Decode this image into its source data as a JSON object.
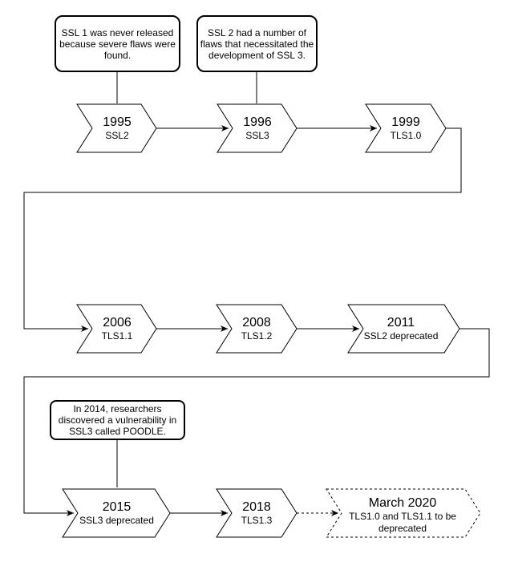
{
  "notes": {
    "ssl1": "SSL 1 was never released because severe flaws were found.",
    "ssl2": "SSL 2 had a number of flaws that necessitated the development of SSL 3.",
    "poodle": "In 2014, researchers discovered a vulnerability in SSL3 called POODLE."
  },
  "events": {
    "e1995": {
      "year": "1995",
      "label": "SSL2"
    },
    "e1996": {
      "year": "1996",
      "label": "SSL3"
    },
    "e1999": {
      "year": "1999",
      "label": "TLS1.0"
    },
    "e2006": {
      "year": "2006",
      "label": "TLS1.1"
    },
    "e2008": {
      "year": "2008",
      "label": "TLS1.2"
    },
    "e2011": {
      "year": "2011",
      "label": "SSL2 deprecated"
    },
    "e2015": {
      "year": "2015",
      "label": "SSL3 deprecated"
    },
    "e2018": {
      "year": "2018",
      "label": "TLS1.3"
    },
    "e2020": {
      "year": "March 2020",
      "label": "TLS1.0 and TLS1.1 to be deprecated"
    }
  }
}
